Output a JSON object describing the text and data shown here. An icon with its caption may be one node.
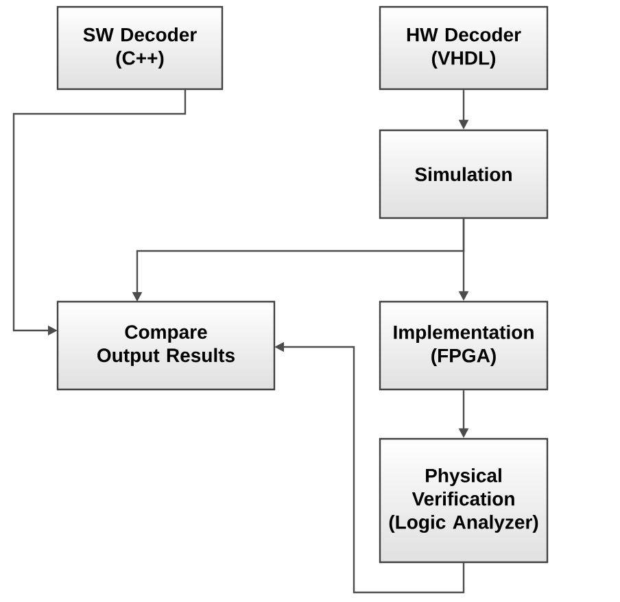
{
  "diagram": {
    "nodes": [
      {
        "text": [
          "SW Decoder (C++)"
        ]
      },
      {
        "text": [
          "HW Decoder (VHDL)"
        ]
      },
      {
        "text": [
          "Simulation"
        ]
      },
      {
        "text": [
          "Compare Output Results"
        ]
      },
      {
        "text": [
          "Implementation (FPGA)"
        ]
      },
      {
        "text": [
          "Physical Verification (Logic Analyzer)"
        ]
      }
    ],
    "edges": [
      {
        "from": 0,
        "to": 3,
        "arrow": "to"
      },
      {
        "from": 1,
        "to": 2,
        "arrow": "to"
      },
      {
        "from": 2,
        "to": 3,
        "arrow": "to"
      },
      {
        "from": 2,
        "to": 4,
        "arrow": "to"
      },
      {
        "from": 4,
        "to": 5,
        "arrow": "to"
      },
      {
        "from": 5,
        "to": 3,
        "arrow": "to"
      }
    ]
  }
}
